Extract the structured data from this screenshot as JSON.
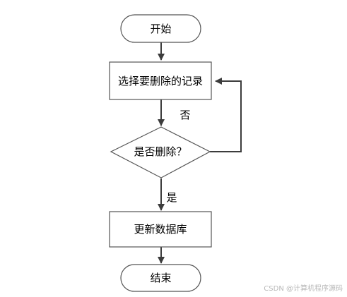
{
  "flowchart": {
    "nodes": {
      "start": "开始",
      "select": "选择要删除的记录",
      "decision": "是否删除？",
      "update": "更新数据库",
      "end": "结束"
    },
    "edges": {
      "no_label": "否",
      "yes_label": "是"
    },
    "colors": {
      "edge": "#3c3c3c",
      "node_border": "#555555",
      "node_fill": "#ffffff"
    }
  },
  "watermark": "CSDN @计算机程序源码"
}
